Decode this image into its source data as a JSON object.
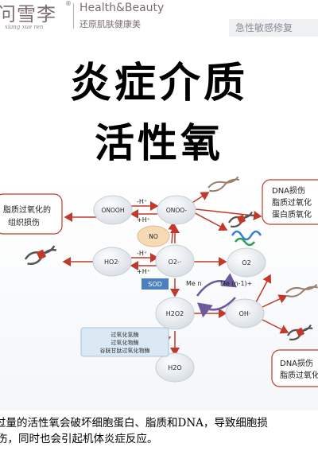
{
  "header": {
    "brand_cn": "问雪李",
    "brand_reg": "®",
    "brand_pinyin": "xiang xue ren",
    "brand_en": "Health&Beauty",
    "brand_slogan": "还原肌肤健康美",
    "tag": "急性敏感修复"
  },
  "title": {
    "line1": "炎症介质",
    "line2": "活性氧"
  },
  "diagram": {
    "left_note": [
      "脂质过氧化的",
      "组织损伤"
    ],
    "right_note_top": [
      "DNA损伤",
      "脂质过氧化",
      "蛋白质氧化"
    ],
    "right_note_bottom": [
      "DNA损伤",
      "脂质过氧化"
    ],
    "nodes": {
      "onooh": "ONOOH",
      "onoo": "ONOO-",
      "no": "NO",
      "ho2": "HO2·",
      "o2m": "O2-·",
      "o2": "O2",
      "sod": "SOD",
      "me_n": "Me n",
      "me_n1": "Me (n-1)+",
      "h2o2": "H2O2",
      "oh": "OH·",
      "h2o": "H2O"
    },
    "labels": {
      "minus_h": "-H⁺",
      "plus_h": "+H⁺"
    },
    "enzyme_box": [
      "过氧化氢酶",
      "过氧化物酶",
      "谷胱甘肽过氧化物酶"
    ]
  },
  "caption": {
    "line1": "过量的活性氧会破坏细胞蛋白、脂质和DNA，导致细胞损",
    "line2": "伤，同时也会引起机体炎症反应。"
  }
}
